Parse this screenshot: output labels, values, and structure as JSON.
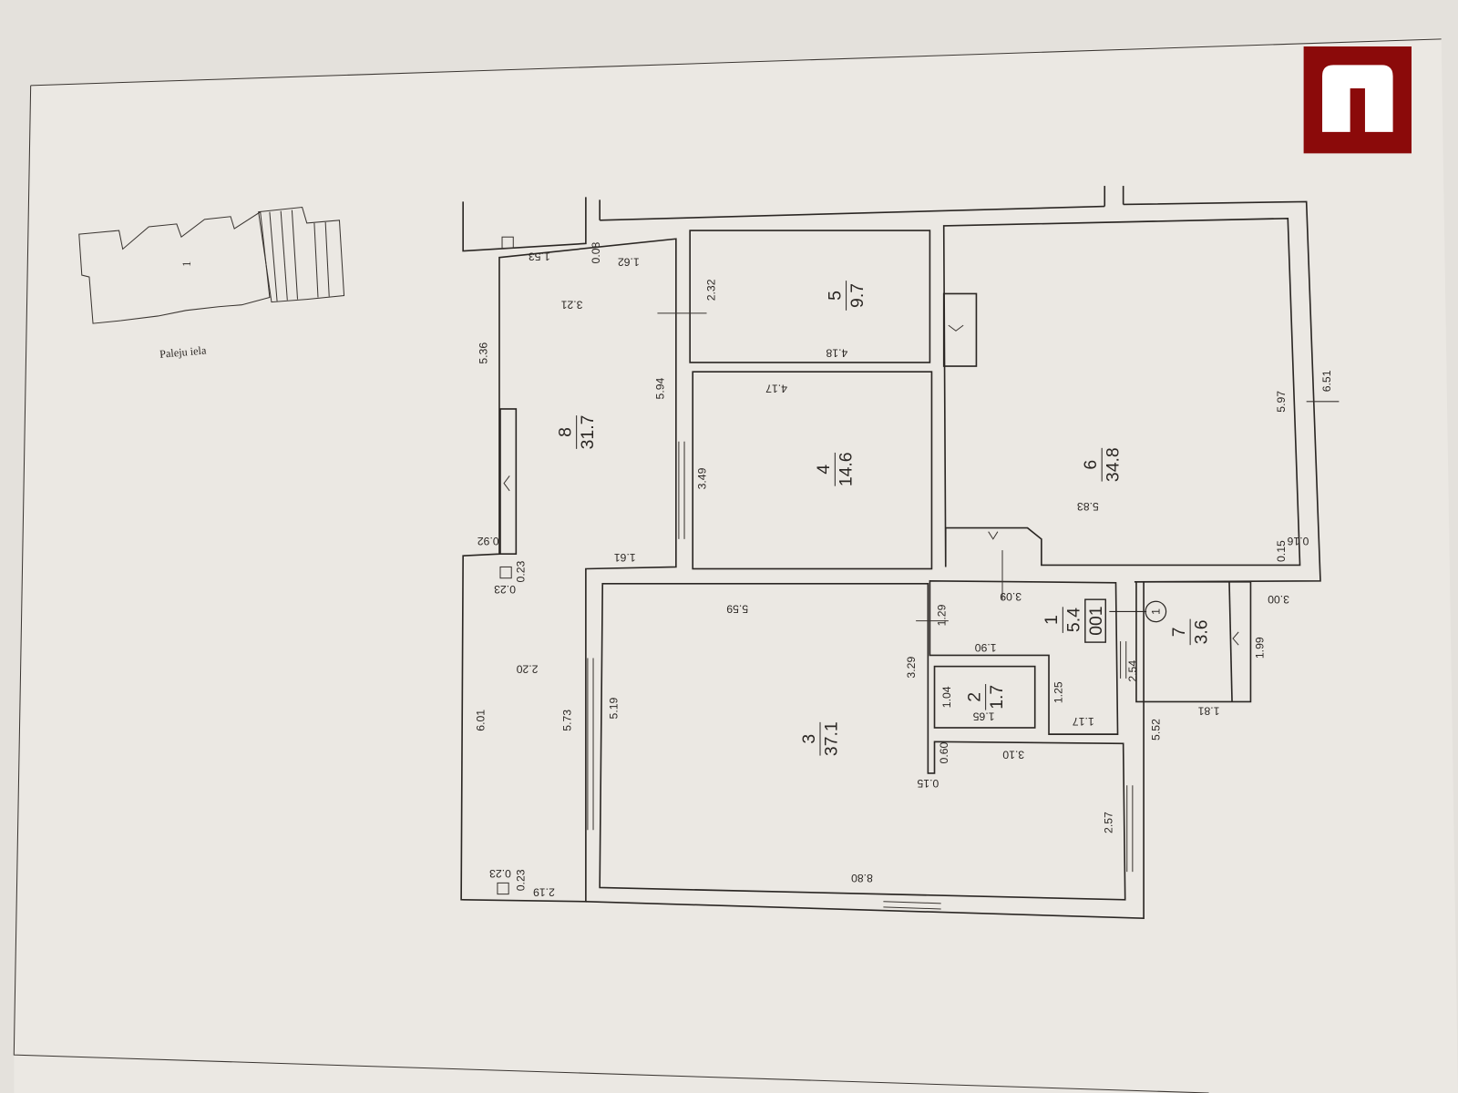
{
  "site_plan": {
    "street_label": "Paleju iela",
    "building_label": "1"
  },
  "logo": {
    "brand_color": "#8b0a0a"
  },
  "apartment": {
    "number": "001",
    "marker": "1"
  },
  "rooms": [
    {
      "number": "8",
      "area": "31.7"
    },
    {
      "number": "5",
      "area": "9.7"
    },
    {
      "number": "4",
      "area": "14.6"
    },
    {
      "number": "6",
      "area": "34.8"
    },
    {
      "number": "3",
      "area": "37.1"
    },
    {
      "number": "1",
      "area": "5.4"
    },
    {
      "number": "2",
      "area": "1.7"
    },
    {
      "number": "7",
      "area": "3.6"
    }
  ],
  "dimensions": [
    "1.53",
    "0.08",
    "1.62",
    "3.21",
    "5.36",
    "5.94",
    "2.32",
    "4.18",
    "4.17",
    "3.49",
    "0.92",
    "1.61",
    "0.23",
    "0.23",
    "5.59",
    "2.20",
    "6.01",
    "5.73",
    "5.19",
    "3.29",
    "1.29",
    "3.09",
    "1.90",
    "1.04",
    "1.65",
    "1.25",
    "1.17",
    "2.54",
    "0.60",
    "3.10",
    "0.15",
    "5.52",
    "1.81",
    "1.99",
    "3.00",
    "2.57",
    "8.80",
    "2.19",
    "0.23",
    "0.23",
    "5.97",
    "6.51",
    "5.83",
    "0.15",
    "0.16"
  ]
}
